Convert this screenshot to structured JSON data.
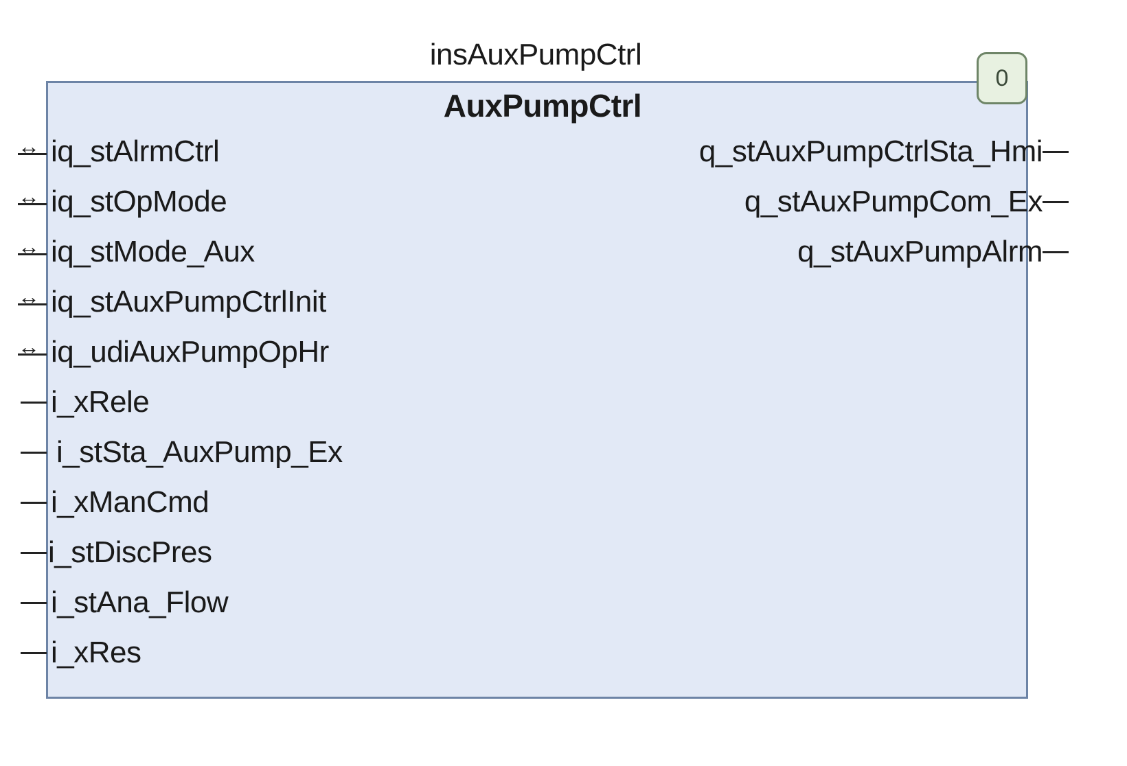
{
  "instance_name": "insAuxPumpCtrl",
  "block_type": "AuxPumpCtrl",
  "exec_order": "0",
  "inout_pins": [
    "iq_stAlrmCtrl",
    "iq_stOpMode",
    "iq_stMode_Aux",
    "iq_stAuxPumpCtrlInit",
    "iq_udiAuxPumpOpHr"
  ],
  "input_pins": [
    "i_xRele",
    "i_stSta_AuxPump_Ex",
    "i_xManCmd",
    "i_stDiscPres",
    "i_stAna_Flow",
    "i_xRes"
  ],
  "output_pins": [
    "q_stAuxPumpCtrlSta_Hmi",
    "q_stAuxPumpCom_Ex",
    "q_stAuxPumpAlrm"
  ],
  "colors": {
    "block_fill": "#e2e9f6",
    "block_border": "#6d84a6",
    "badge_fill": "#e8f1e1",
    "badge_border": "#6e8567"
  }
}
